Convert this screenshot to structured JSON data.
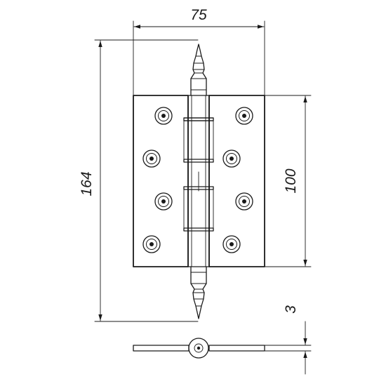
{
  "dimensions": {
    "width": "75",
    "height": "164",
    "plate_height": "100",
    "thickness": "3"
  },
  "colors": {
    "line": "#1a1a1a",
    "background": "#ffffff"
  }
}
